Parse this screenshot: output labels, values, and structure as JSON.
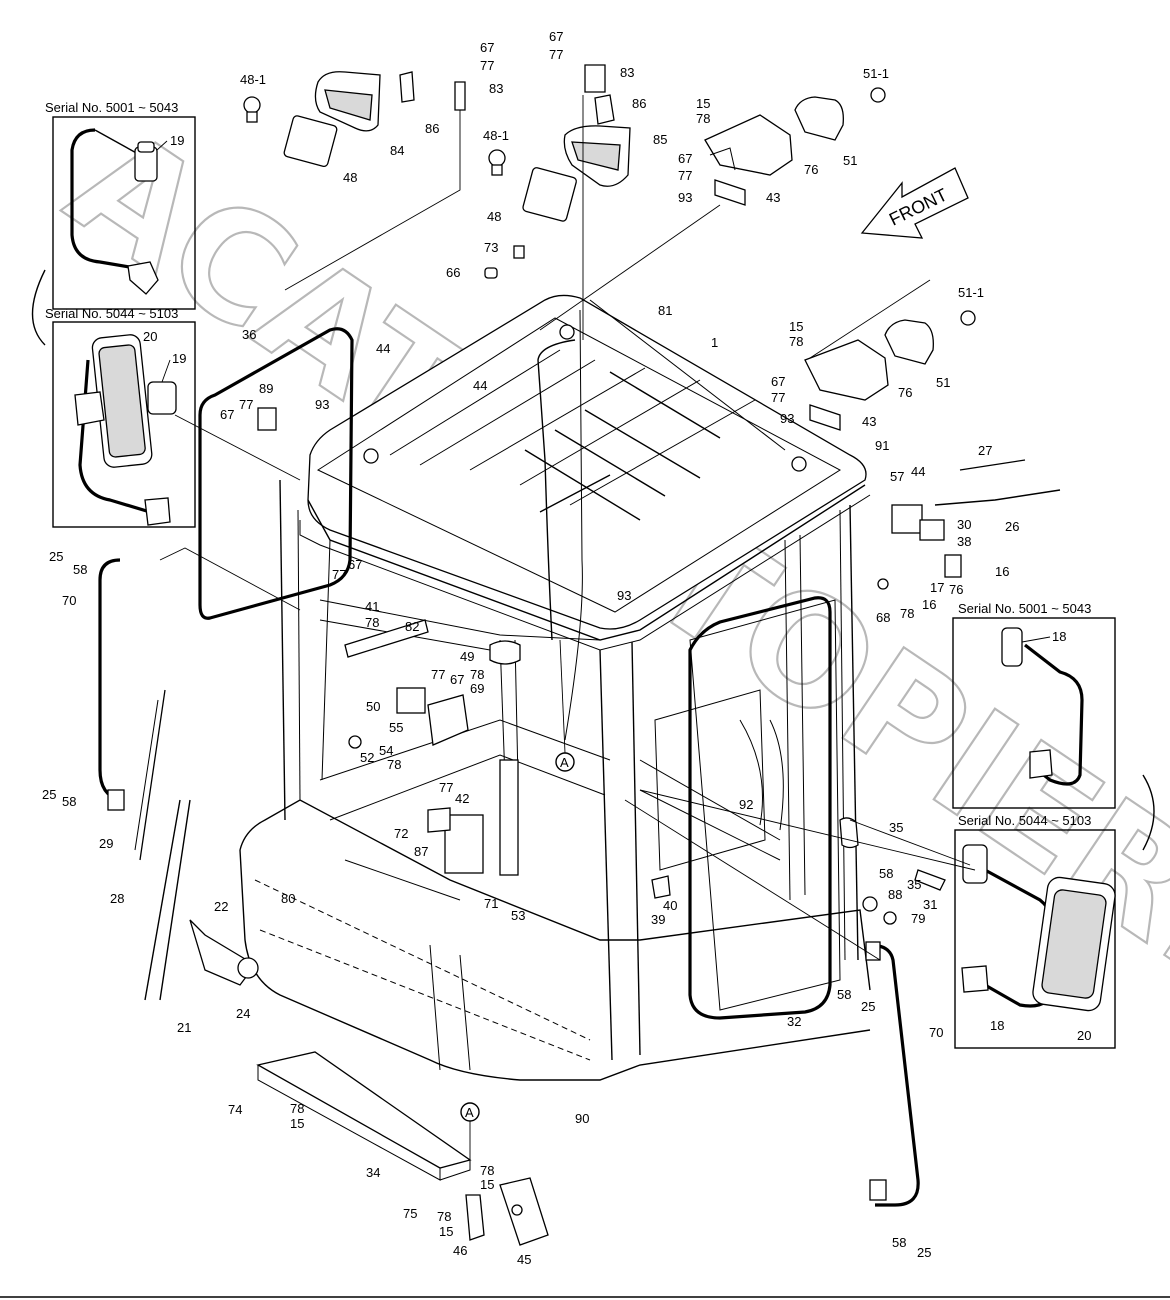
{
  "diagram": {
    "front_label": "FRONT",
    "watermark": "ACAT.AUTOPIER.RU",
    "callout_marker": "A",
    "insets": [
      {
        "title": "Serial No. 5001 ~ 5043",
        "labels": [
          "19"
        ]
      },
      {
        "title": "Serial No. 5044 ~ 5103",
        "labels": [
          "20",
          "19"
        ]
      },
      {
        "title": "Serial No. 5001 ~ 5043",
        "labels": [
          "18"
        ]
      },
      {
        "title": "Serial No. 5044 ~ 5103",
        "labels": [
          "18",
          "20"
        ]
      }
    ],
    "part_labels": [
      {
        "text": "67"
      },
      {
        "text": "77"
      },
      {
        "text": "83"
      },
      {
        "text": "86"
      },
      {
        "text": "84"
      },
      {
        "text": "48-1"
      },
      {
        "text": "48"
      },
      {
        "text": "67"
      },
      {
        "text": "77"
      },
      {
        "text": "83"
      },
      {
        "text": "86"
      },
      {
        "text": "85"
      },
      {
        "text": "48-1"
      },
      {
        "text": "48"
      },
      {
        "text": "15"
      },
      {
        "text": "78"
      },
      {
        "text": "67"
      },
      {
        "text": "77"
      },
      {
        "text": "93"
      },
      {
        "text": "43"
      },
      {
        "text": "76"
      },
      {
        "text": "51-1"
      },
      {
        "text": "51"
      },
      {
        "text": "73"
      },
      {
        "text": "66"
      },
      {
        "text": "81"
      },
      {
        "text": "1"
      },
      {
        "text": "51-1"
      },
      {
        "text": "15"
      },
      {
        "text": "78"
      },
      {
        "text": "67"
      },
      {
        "text": "77"
      },
      {
        "text": "93"
      },
      {
        "text": "43"
      },
      {
        "text": "76"
      },
      {
        "text": "51"
      },
      {
        "text": "44"
      },
      {
        "text": "44"
      },
      {
        "text": "36"
      },
      {
        "text": "89"
      },
      {
        "text": "67"
      },
      {
        "text": "77"
      },
      {
        "text": "93"
      },
      {
        "text": "91"
      },
      {
        "text": "27"
      },
      {
        "text": "57"
      },
      {
        "text": "44"
      },
      {
        "text": "26"
      },
      {
        "text": "30"
      },
      {
        "text": "38"
      },
      {
        "text": "16"
      },
      {
        "text": "76"
      },
      {
        "text": "17"
      },
      {
        "text": "16"
      },
      {
        "text": "68"
      },
      {
        "text": "78"
      },
      {
        "text": "25"
      },
      {
        "text": "58"
      },
      {
        "text": "70"
      },
      {
        "text": "67"
      },
      {
        "text": "77"
      },
      {
        "text": "41"
      },
      {
        "text": "78"
      },
      {
        "text": "82"
      },
      {
        "text": "93"
      },
      {
        "text": "49"
      },
      {
        "text": "78"
      },
      {
        "text": "69"
      },
      {
        "text": "77"
      },
      {
        "text": "67"
      },
      {
        "text": "50"
      },
      {
        "text": "55"
      },
      {
        "text": "52"
      },
      {
        "text": "54"
      },
      {
        "text": "78"
      },
      {
        "text": "25"
      },
      {
        "text": "58"
      },
      {
        "text": "77"
      },
      {
        "text": "42"
      },
      {
        "text": "72"
      },
      {
        "text": "87"
      },
      {
        "text": "92"
      },
      {
        "text": "29"
      },
      {
        "text": "28"
      },
      {
        "text": "22"
      },
      {
        "text": "80"
      },
      {
        "text": "71"
      },
      {
        "text": "53"
      },
      {
        "text": "40"
      },
      {
        "text": "39"
      },
      {
        "text": "35"
      },
      {
        "text": "58"
      },
      {
        "text": "88"
      },
      {
        "text": "35"
      },
      {
        "text": "31"
      },
      {
        "text": "79"
      },
      {
        "text": "24"
      },
      {
        "text": "21"
      },
      {
        "text": "58"
      },
      {
        "text": "25"
      },
      {
        "text": "32"
      },
      {
        "text": "70"
      },
      {
        "text": "90"
      },
      {
        "text": "74"
      },
      {
        "text": "78"
      },
      {
        "text": "15"
      },
      {
        "text": "34"
      },
      {
        "text": "78"
      },
      {
        "text": "15"
      },
      {
        "text": "75"
      },
      {
        "text": "78"
      },
      {
        "text": "15"
      },
      {
        "text": "46"
      },
      {
        "text": "45"
      },
      {
        "text": "58"
      },
      {
        "text": "25"
      }
    ]
  }
}
